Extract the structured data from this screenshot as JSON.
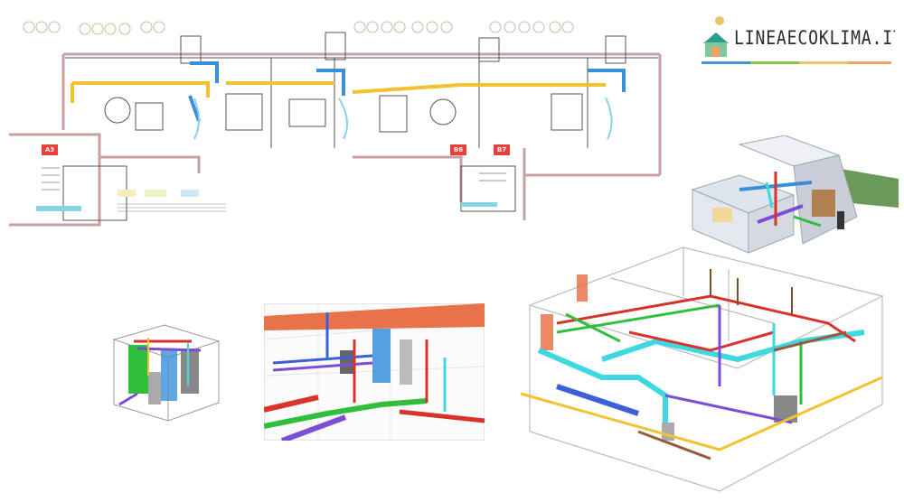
{
  "logo": {
    "text": "LINEAECOKLIMA.IT",
    "icon": "house-logo-icon",
    "colors": [
      "#2a9d8f",
      "#f4a261",
      "#e9c46a",
      "#4a90d9",
      "#8bc34a"
    ]
  },
  "floor_plan": {
    "room_tags": [
      "A3",
      "B6",
      "B7"
    ]
  },
  "colors": {
    "tag_red": "#e8403a",
    "duct_yellow": "#f2c230",
    "duct_blue": "#3a8fd9",
    "pipe_green": "#2fbf3a",
    "pipe_red": "#d8322b",
    "pipe_purple": "#7a4fd6",
    "pipe_cyan": "#3fd8e0",
    "pipe_orange": "#e8734a",
    "roof_green": "#6a9a5a"
  }
}
